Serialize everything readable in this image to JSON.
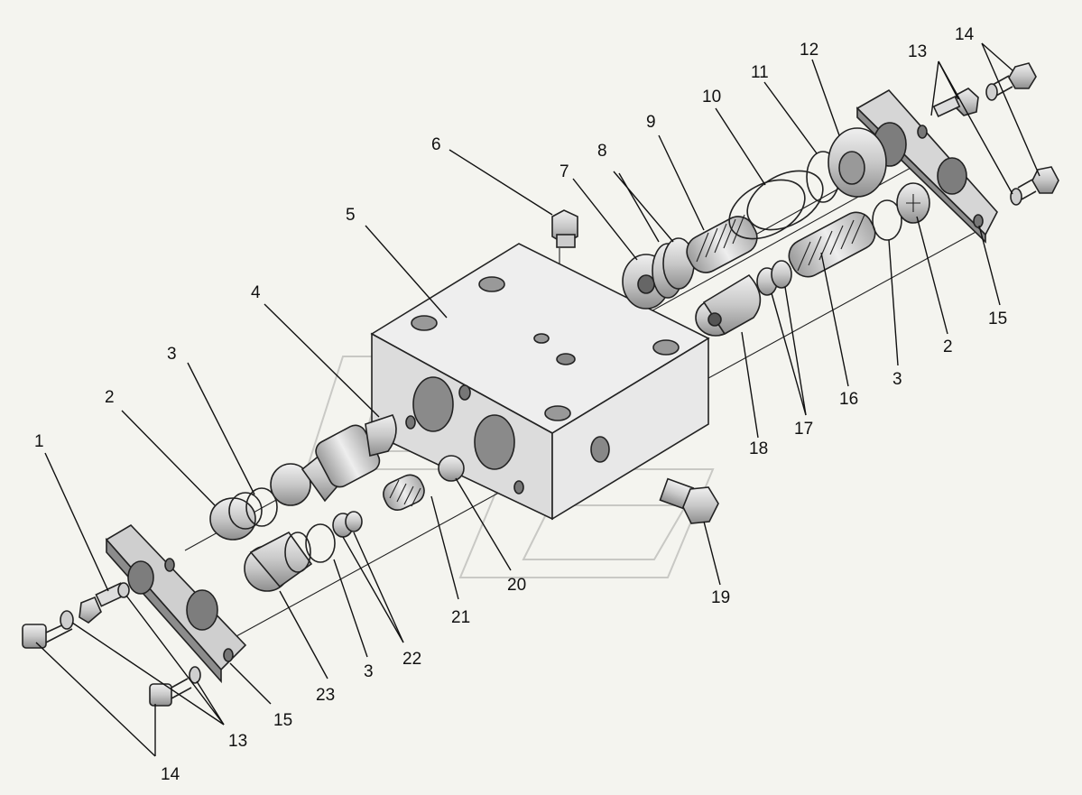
{
  "labels": {
    "l1": "1",
    "l2a": "2",
    "l2b": "2",
    "l3a": "3",
    "l3b": "3",
    "l3c": "3",
    "l4": "4",
    "l5": "5",
    "l6": "6",
    "l7": "7",
    "l8": "8",
    "l9": "9",
    "l10": "10",
    "l11": "11",
    "l12": "12",
    "l13a": "13",
    "l13b": "13",
    "l14a": "14",
    "l14b": "14",
    "l15a": "15",
    "l15b": "15",
    "l16": "16",
    "l17": "17",
    "l18": "18",
    "l19": "19",
    "l20": "20",
    "l21": "21",
    "l22": "22",
    "l23": "23"
  },
  "colors": {
    "background": "#f4f4ef",
    "part_light": "#e6e6e6",
    "part_mid": "#c9c9c9",
    "part_dark": "#9a9a9a",
    "line": "#222222"
  }
}
